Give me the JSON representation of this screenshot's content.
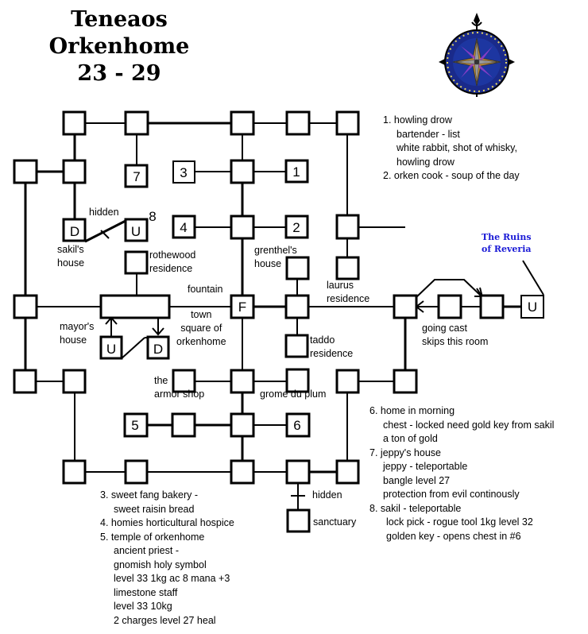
{
  "title": {
    "line1": "Teneaos",
    "line2": "Orkenhome",
    "line3": "23 - 29"
  },
  "compass": {
    "icon": "compass-rose-icon",
    "colors": {
      "ring": "#1a2a8a",
      "star": "#c89030",
      "accent": "#a040d0"
    }
  },
  "rooms": {
    "r7": "7",
    "r3": "3",
    "r1": "1",
    "r4": "4",
    "r2": "2",
    "sakil_d": "D",
    "sakil_u": "U",
    "sakil_num": "8",
    "fountain": "F",
    "mayor_u": "U",
    "mayor_d": "D",
    "r5": "5",
    "r6": "6",
    "ruins_u": "U"
  },
  "labels": {
    "hidden_top": "hidden",
    "sakils_house_1": "sakil's",
    "sakils_house_2": "house",
    "rothewood_1": "rothewood",
    "rothewood_2": "residence",
    "grenthels_1": "grenthel's",
    "grenthels_2": "house",
    "fountain": "fountain",
    "laurus_1": "laurus",
    "laurus_2": "residence",
    "mayors_1": "mayor's",
    "mayors_2": "house",
    "town_1": "town",
    "town_2": "square of",
    "town_3": "orkenhome",
    "taddo_1": "taddo",
    "taddo_2": "residence",
    "going_east_1": "going cast",
    "going_east_2": "skips this room",
    "armor_1": "the",
    "armor_2": "armor shop",
    "grome": "grome du plum",
    "hidden_bottom": "hidden",
    "sanctuary": "sanctuary",
    "ruins_1": "The Ruins",
    "ruins_2": "of Reveria"
  },
  "notes_top": [
    {
      "num": "1.",
      "text": "howling drow"
    },
    {
      "text": "bartender - list"
    },
    {
      "text": "white rabbit, shot of whisky,"
    },
    {
      "text": "howling drow"
    },
    {
      "num": "2.",
      "text": "orken cook -  soup of the day"
    }
  ],
  "notes_right": [
    {
      "num": "6.",
      "text": "home in morning"
    },
    {
      "text": "chest - locked need gold key from sakil"
    },
    {
      "text": "a ton of gold"
    },
    {
      "num": "7.",
      "text": "jeppy's house"
    },
    {
      "text": "jeppy - teleportable"
    },
    {
      "text": "bangle   level 27"
    },
    {
      "text": "protection from evil continously"
    },
    {
      "num": "8.",
      "text": "sakil - teleportable"
    },
    {
      "text": "lock pick - rogue tool    1kg   level 32"
    },
    {
      "text": "golden key - opens chest in #6"
    }
  ],
  "notes_bottom": [
    {
      "num": "3.",
      "text": "sweet fang bakery -"
    },
    {
      "text": "sweet raisin bread"
    },
    {
      "num": "4.",
      "text": "homies horticultural hospice"
    },
    {
      "num": "5.",
      "text": "temple of orkenhome"
    },
    {
      "text": "ancient priest -"
    },
    {
      "text": "gnomish holy symbol"
    },
    {
      "text": "level 33   1kg    ac 8    mana +3"
    },
    {
      "text": "limestone staff"
    },
    {
      "text": "level 33    10kg"
    },
    {
      "text": "2 charges level 27 heal"
    }
  ]
}
